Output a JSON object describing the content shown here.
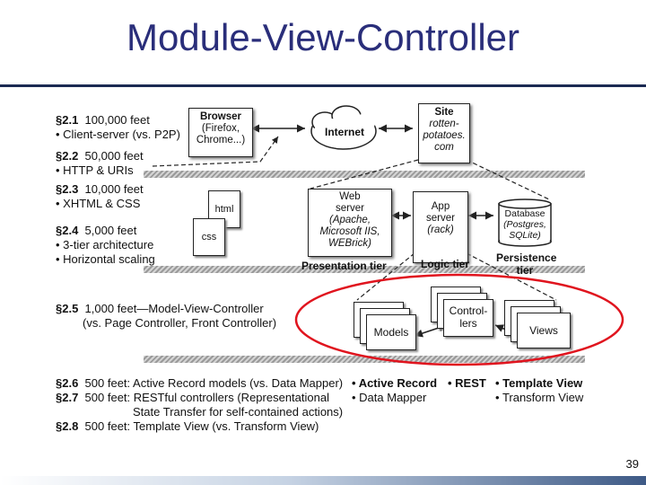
{
  "title": "Module-View-Controller",
  "page_number": "39",
  "left_sections": [
    {
      "num": "§2.1",
      "text": "100,000 feet",
      "bullets": [
        "Client-server (vs. P2P)"
      ]
    },
    {
      "num": "§2.2",
      "text": "50,000 feet",
      "bullets": [
        "HTTP & URIs"
      ]
    },
    {
      "num": "§2.3",
      "text": "10,000 feet",
      "bullets": [
        "XHTML & CSS"
      ]
    },
    {
      "num": "§2.4",
      "text": "5,000 feet",
      "bullets": [
        "3-tier architecture",
        "Horizontal scaling"
      ]
    },
    {
      "num": "§2.5",
      "text": "1,000 feet—Model-View-Controller",
      "extra": "(vs. Page Controller, Front Controller)"
    }
  ],
  "diagram": {
    "browser": {
      "title": "Browser",
      "lines": [
        "(Firefox,",
        "Chrome...)"
      ]
    },
    "internet": "Internet",
    "site": {
      "title": "Site",
      "lines": [
        "rotten-",
        "potatoes.",
        "com"
      ]
    },
    "docs": {
      "html": "html",
      "css": "css"
    },
    "web_server": {
      "lines": [
        "Web",
        "server"
      ],
      "italic": [
        "(Apache,",
        "Microsoft IIS,",
        "WEBrick)"
      ]
    },
    "app_server": {
      "lines": [
        "App",
        "server"
      ],
      "italic": [
        "(rack)"
      ]
    },
    "database": {
      "lines": [
        "Database"
      ],
      "italic": [
        "(Postgres,",
        "SQLite)"
      ]
    },
    "tiers": {
      "presentation": "Presentation tier",
      "logic": "Logic tier",
      "persistence_1": "Persistence",
      "persistence_2": "tier"
    },
    "mvc": {
      "models": "Models",
      "controllers_1": "Control-",
      "controllers_2": "lers",
      "views": "Views"
    }
  },
  "bottom": {
    "rows": [
      {
        "num": "§2.6",
        "text": "500 feet: Active Record models (vs. Data Mapper)"
      },
      {
        "num": "§2.7",
        "text": "500 feet: RESTful controllers (Representational"
      },
      {
        "num": "",
        "text": "State Transfer for self-contained actions)"
      },
      {
        "num": "§2.8",
        "text": "500 feet: Template View (vs. Transform View)"
      }
    ],
    "col1": [
      "Active Record",
      "Data Mapper"
    ],
    "col2": [
      "REST"
    ],
    "col3": [
      "Template View",
      "Transform View"
    ]
  }
}
